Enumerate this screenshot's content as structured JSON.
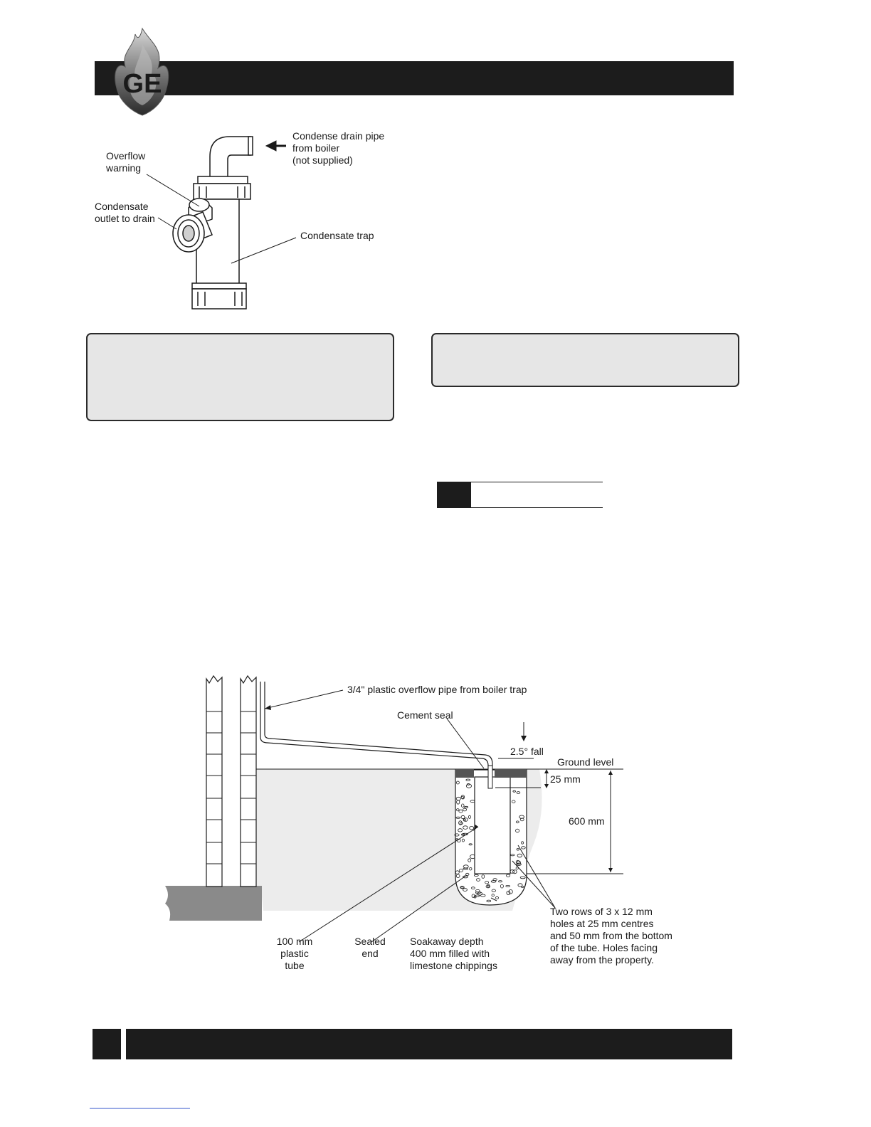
{
  "logo": {
    "letters": "GE"
  },
  "trap_figure": {
    "condense_drain": "Condense drain pipe\nfrom boiler\n(not supplied)",
    "overflow_warning": "Overflow\nwarning",
    "condensate_outlet": "Condensate\noutlet to drain",
    "condensate_trap": "Condensate trap"
  },
  "soakaway_figure": {
    "overflow_pipe": "3/4\" plastic overflow pipe from boiler trap",
    "cement_seal": "Cement seal",
    "fall": "2.5° fall",
    "ground_level": "Ground level",
    "dim_25": "25 mm",
    "dim_600": "600 mm",
    "tube": "100 mm\nplastic\ntube",
    "sealed_end": "Sealed\nend",
    "soakaway_depth": "Soakaway depth\n400 mm filled with\nlimestone chippings",
    "holes": "Two rows of 3 x 12 mm\nholes at 25 mm centres\nand 50 mm from the bottom\nof the tube. Holes facing\naway from the property."
  },
  "colors": {
    "bars": "#1c1c1c",
    "note_fill": "#e6e6e6",
    "ground": "#ececec",
    "slab": "#8a8a8a"
  }
}
